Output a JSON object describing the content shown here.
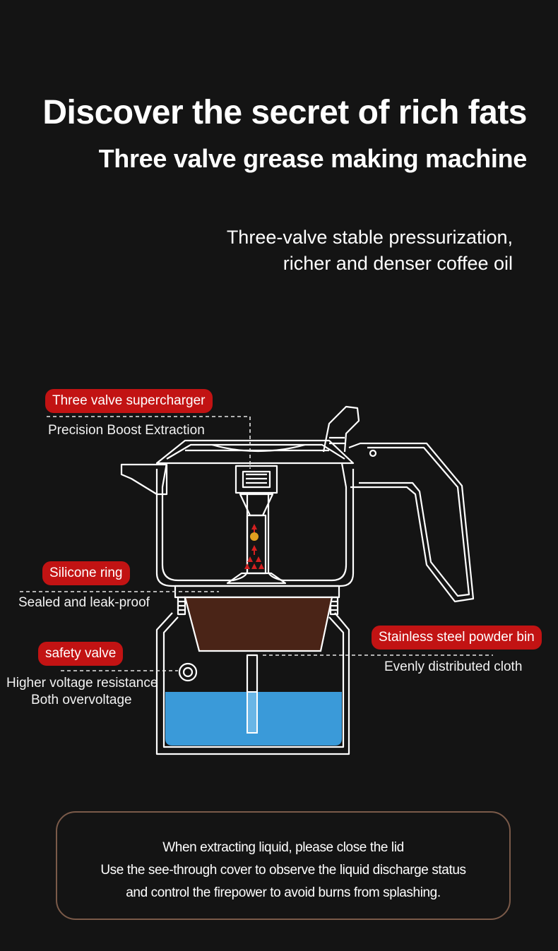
{
  "header": {
    "title": "Discover the secret of rich fats",
    "subtitle": "Three valve grease making machine"
  },
  "tagline": {
    "line1": "Three-valve stable pressurization,",
    "line2": "richer and denser coffee oil"
  },
  "callouts": {
    "supercharger": {
      "label": "Three valve supercharger",
      "note": "Precision Boost Extraction"
    },
    "silicone_ring": {
      "label": "Silicone ring",
      "note": "Sealed and leak-proof"
    },
    "safety_valve": {
      "label": "safety valve",
      "note_line1": "Higher voltage resistance",
      "note_line2": "Both overvoltage"
    },
    "powder_bin": {
      "label": "Stainless steel powder bin",
      "note": "Evenly distributed cloth"
    }
  },
  "notice": {
    "line1": "When extracting liquid, please close the lid",
    "line2": "Use the see-through cover to observe the liquid discharge status",
    "line3": "and control the firepower to avoid burns from splashing."
  },
  "colors": {
    "background": "#141414",
    "badge_red": "#c21313",
    "water_blue": "#3a9ad9",
    "coffee_brown": "#4a2417",
    "notice_border": "#7a5a49"
  }
}
